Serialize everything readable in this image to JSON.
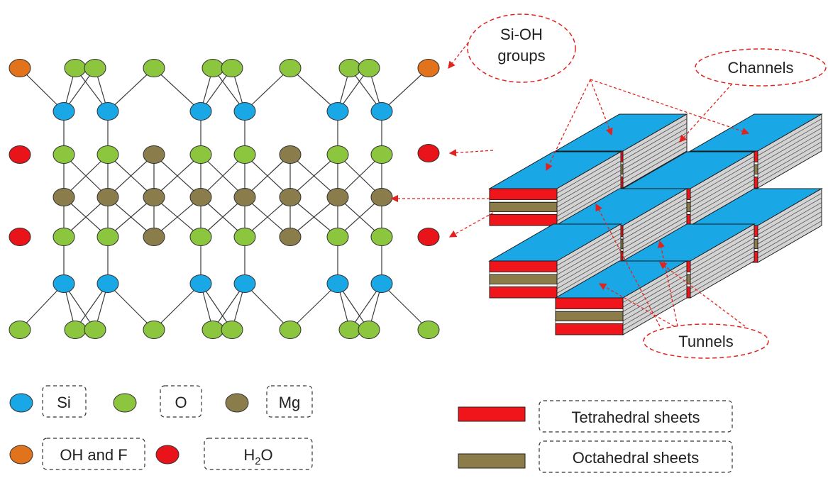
{
  "colors": {
    "si": "#1AA7E6",
    "o": "#8CC63F",
    "mg": "#8B7D4B",
    "oh_f": "#E0731C",
    "h2o": "#E8141A",
    "tetra": "#F0151A",
    "octa": "#8C7C4A",
    "block_top": "#1AA7E6",
    "block_side": "#D3D3D3",
    "arrow": "#E0231F"
  },
  "callouts": {
    "si_oh_line1": "Si-OH",
    "si_oh_line2": "groups",
    "channels": "Channels",
    "tunnels": "Tunnels"
  },
  "legend": {
    "si": "Si",
    "o": "O",
    "mg": "Mg",
    "oh_f": "OH and F",
    "h2o_base": "H",
    "h2o_sub": "2",
    "h2o_tail": "O",
    "tetra": "Tetrahedral sheets",
    "octa": "Octahedral sheets"
  }
}
